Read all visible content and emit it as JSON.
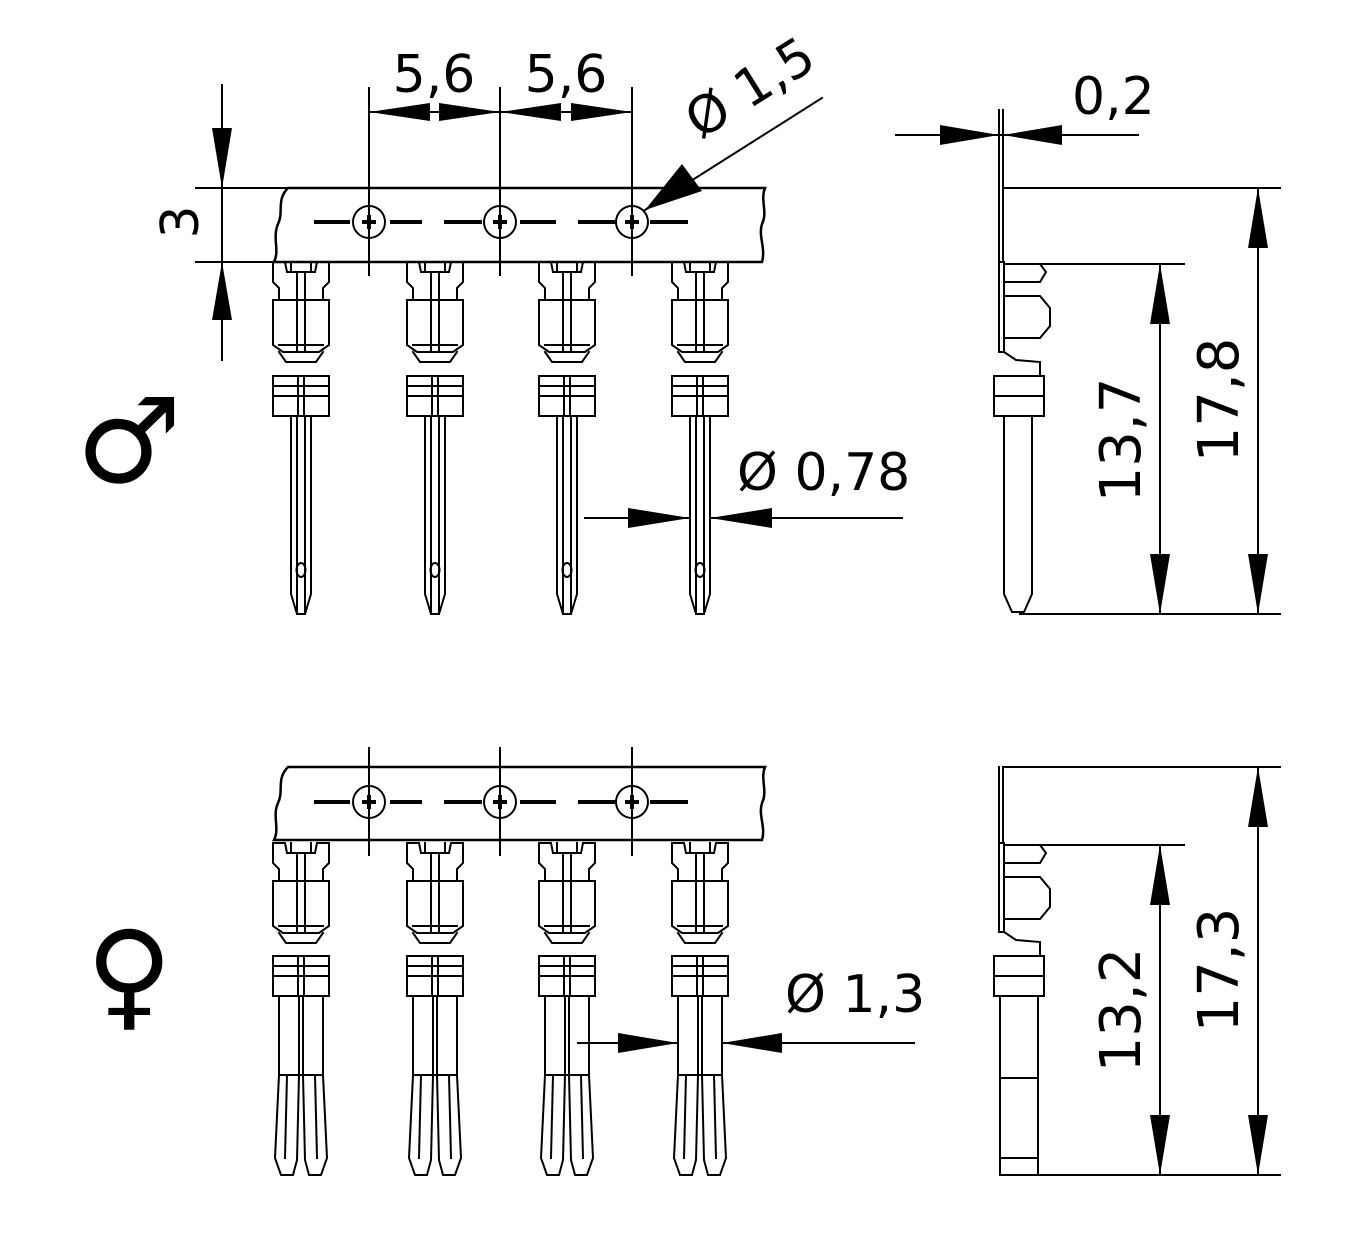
{
  "dimensions": {
    "pitch_1": "5,6",
    "pitch_2": "5,6",
    "hole_dia": "Ø 1,5",
    "strip_width": "3",
    "strip_thickness": "0,2",
    "male_pin_dia": "Ø 0,78",
    "male_length_inner": "13,7",
    "male_length_total": "17,8",
    "female_dia": "Ø 1,3",
    "female_length_inner": "13,2",
    "female_length_total": "17,3"
  },
  "symbols": {
    "male": "♂",
    "female": "♀"
  },
  "colors": {
    "line": "#000000",
    "background": "#ffffff"
  }
}
